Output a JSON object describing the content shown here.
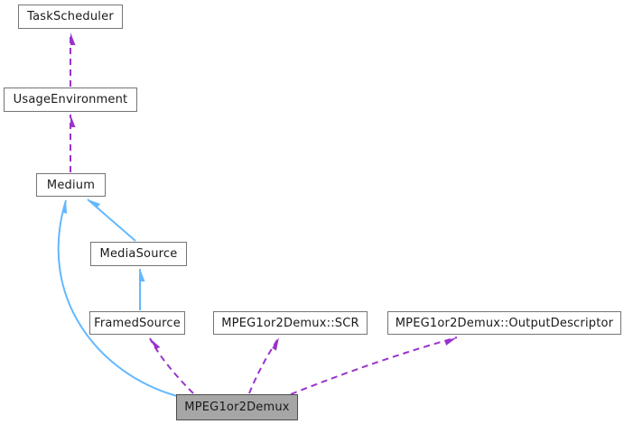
{
  "diagram": {
    "kind": "class-collaboration-graph",
    "nodes": [
      {
        "id": "task-scheduler",
        "label": "TaskScheduler",
        "highlighted": false
      },
      {
        "id": "usage-environment",
        "label": "UsageEnvironment",
        "highlighted": false
      },
      {
        "id": "medium",
        "label": "Medium",
        "highlighted": false
      },
      {
        "id": "media-source",
        "label": "MediaSource",
        "highlighted": false
      },
      {
        "id": "framed-source",
        "label": "FramedSource",
        "highlighted": false
      },
      {
        "id": "demux-scr",
        "label": "MPEG1or2Demux::SCR",
        "highlighted": false
      },
      {
        "id": "demux-outputdesc",
        "label": "MPEG1or2Demux::OutputDescriptor",
        "highlighted": false
      },
      {
        "id": "demux",
        "label": "MPEG1or2Demux",
        "highlighted": true
      }
    ],
    "edges": [
      {
        "from": "UsageEnvironment",
        "to": "TaskScheduler",
        "style": "dashed-usage"
      },
      {
        "from": "Medium",
        "to": "UsageEnvironment",
        "style": "dashed-usage"
      },
      {
        "from": "MediaSource",
        "to": "Medium",
        "style": "solid-inheritance"
      },
      {
        "from": "FramedSource",
        "to": "MediaSource",
        "style": "solid-inheritance"
      },
      {
        "from": "MPEG1or2Demux",
        "to": "Medium",
        "style": "solid-inheritance"
      },
      {
        "from": "MPEG1or2Demux",
        "to": "FramedSource",
        "style": "dashed-usage"
      },
      {
        "from": "MPEG1or2Demux",
        "to": "MPEG1or2Demux::SCR",
        "style": "dashed-usage"
      },
      {
        "from": "MPEG1or2Demux",
        "to": "MPEG1or2Demux::OutputDescriptor",
        "style": "dashed-usage"
      }
    ],
    "colors": {
      "inheritance_arrow": "#63B8FF",
      "usage_arrow": "#9A32CD",
      "node_border": "#757575",
      "node_fill": "#FFFFFF",
      "highlight_fill": "#A6A6A6",
      "highlight_border": "#4D4D4D",
      "text": "#1A1A1A",
      "background": "#FFFFFF"
    }
  }
}
